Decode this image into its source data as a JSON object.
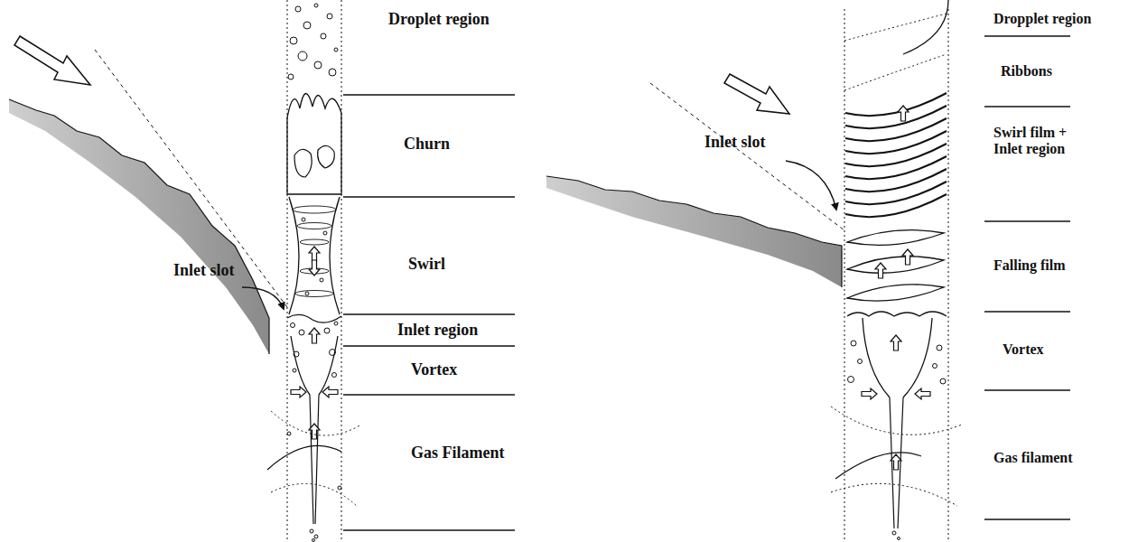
{
  "diagram": {
    "labels": [
      "Droplet region",
      "Churn",
      "Swirl",
      "Inlet region",
      "Vortex",
      "Gas Filament",
      "Inlet slot",
      "Dropplet region",
      "Ribbons",
      "Swirl film + Inlet region",
      "Falling film",
      "Vortex",
      "Gas filament",
      "Inlet slot"
    ]
  }
}
